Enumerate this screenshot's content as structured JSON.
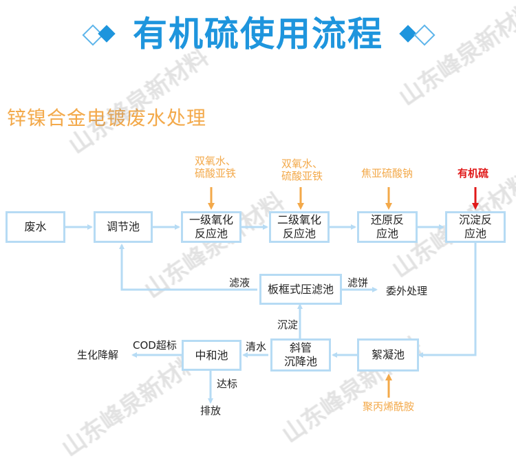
{
  "title": "有机硫使用流程",
  "subtitle": "锌镍合金电镀废水处理",
  "boxes": {
    "wastewater": "废水",
    "adjust": "调节池",
    "oxid1_l1": "一级氧化",
    "oxid1_l2": "反应池",
    "oxid2_l1": "二级氧化",
    "oxid2_l2": "反应池",
    "reduce_l1": "还原反",
    "reduce_l2": "应池",
    "precip_l1": "沉淀反",
    "precip_l2": "应池",
    "filterpress": "板框式压滤池",
    "flocc": "絮凝池",
    "settler_l1": "斜管",
    "settler_l2": "沉降池",
    "neutral": "中和池"
  },
  "reagents": {
    "r1_l1": "双氧水、",
    "r1_l2": "硫酸亚铁",
    "r2_l1": "双氧水、",
    "r2_l2": "硫酸亚铁",
    "r3": "焦亚硫酸钠",
    "r4": "有机硫",
    "r5": "聚丙烯酰胺"
  },
  "labels": {
    "filtrate": "滤液",
    "cake": "滤饼",
    "outsource": "委外处理",
    "sediment": "沉淀",
    "clear_water": "清水",
    "cod": "COD超标",
    "biochem": "生化降解",
    "meets": "达标",
    "discharge": "排放"
  },
  "watermark": "山东峰泉新材料",
  "colors": {
    "title": "#1e95dd",
    "box_border": "#b6dbf4",
    "arrow": "#b6dbf4",
    "reagent": "#f3a94a",
    "highlight": "#e01818"
  }
}
